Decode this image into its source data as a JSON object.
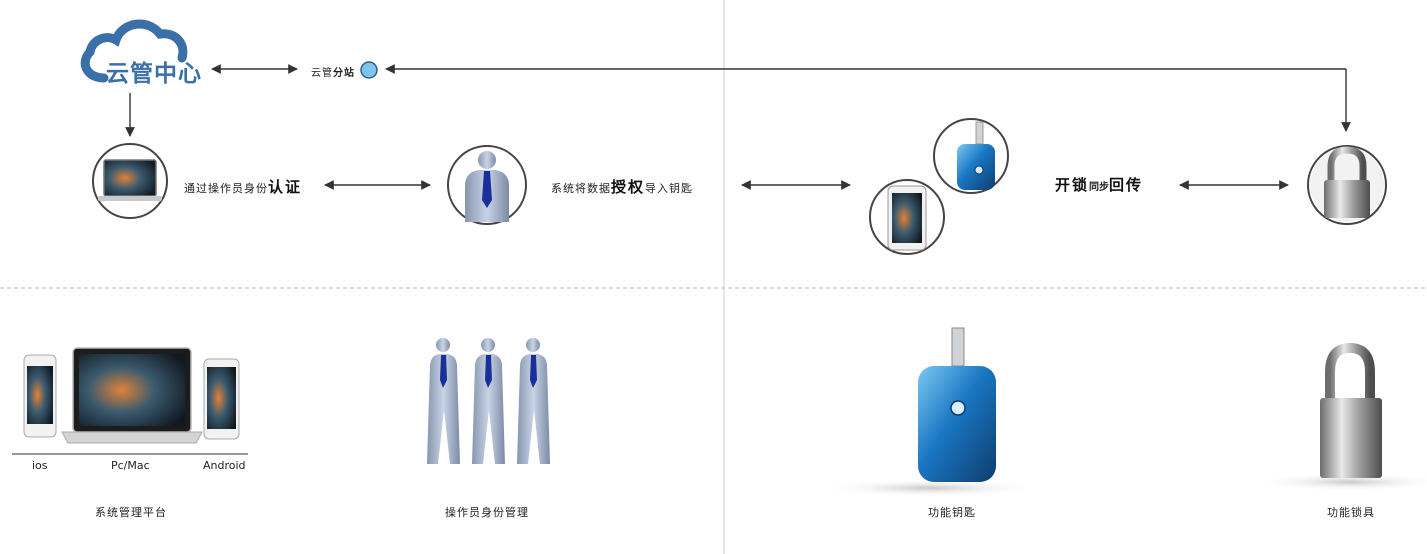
{
  "top": {
    "cloud_center": "云管中心",
    "sub_station_label_a": "云管",
    "sub_station_label_b": "分站",
    "auth_label_a": "通过操作员身份",
    "auth_label_b": "认证",
    "authorize_label_a": "系统将数据",
    "authorize_label_b": "授权",
    "authorize_label_c": "导入钥匙",
    "unlock_label_a": "开锁",
    "unlock_label_b": "同步",
    "unlock_label_c": "回传"
  },
  "bottom": {
    "platforms": {
      "ios": "ios",
      "pcmac": "Pc/Mac",
      "android": "Android"
    },
    "caption_platform": "系统管理平台",
    "caption_operator": "操作员身份管理",
    "caption_key": "功能钥匙",
    "caption_lock": "功能锁具"
  },
  "colors": {
    "cloud_blue": "#3a6fa8",
    "node_blue": "#7fc4ec",
    "arrow": "#333333",
    "divider": "#bbbbbb",
    "key_blue": "#1f78c0",
    "tie_blue": "#1b2f9a"
  }
}
